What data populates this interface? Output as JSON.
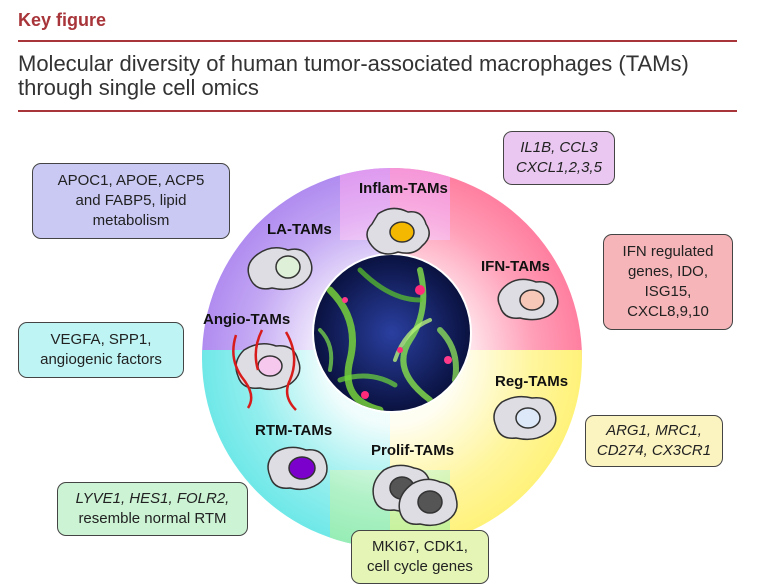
{
  "header": {
    "key_figure": "Key figure",
    "title_line1": "Molecular diversity of human tumor-associated macrophages (TAMs)",
    "title_line2": "through single cell omics"
  },
  "tam_types": {
    "inflam": "Inflam-TAMs",
    "la": "LA-TAMs",
    "ifn": "IFN-TAMs",
    "angio": "Angio-TAMs",
    "reg": "Reg-TAMs",
    "rtm": "RTM-TAMs",
    "prolif": "Prolif-TAMs"
  },
  "marker_boxes": {
    "inflam": [
      "IL1B, CCL3",
      "CXCL1,2,3,5"
    ],
    "la": [
      "APOC1, APOE, ACP5",
      "and FABP5, lipid",
      "metabolism"
    ],
    "ifn": [
      "IFN regulated",
      "genes, IDO,",
      "ISG15,",
      "CXCL8,9,10"
    ],
    "angio": [
      "VEGFA, SPP1,",
      "angiogenic factors"
    ],
    "reg": [
      "ARG1, MRC1,",
      "CD274, CX3CR1"
    ],
    "rtm": [
      "LYVE1, HES1, FOLR2,",
      "resemble normal RTM"
    ],
    "prolif": [
      "MKI67, CDK1,",
      "cell cycle genes"
    ]
  },
  "colors": {
    "accent": "#a8353a",
    "inflam_box": "#e9c7f0",
    "la_box": "#c9c9f4",
    "ifn_box": "#f6b5b8",
    "angio_box": "#bff4f4",
    "reg_box": "#fbf3c0",
    "rtm_box": "#cbf3d4",
    "prolif_box": "#e4f5b6",
    "inflam_nucleus": "#f5b800",
    "la_nucleus": "#dff0d8",
    "ifn_nucleus": "#f7c8b8",
    "angio_nucleus": "#f7c8ee",
    "reg_nucleus": "#dde9f8",
    "rtm_nucleus": "#7b00cc",
    "prolif_nucleus": "#555555"
  }
}
